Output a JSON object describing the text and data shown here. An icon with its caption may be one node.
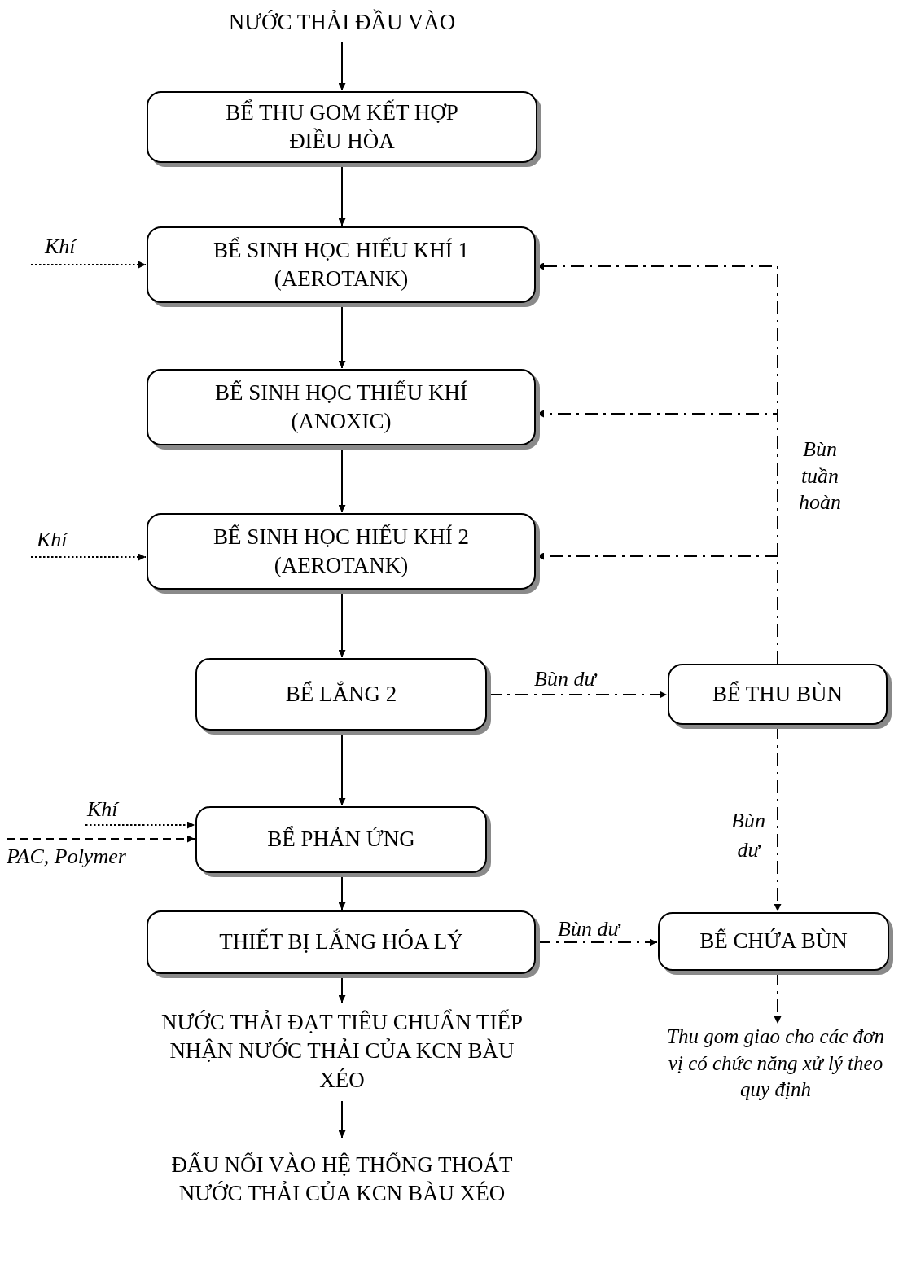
{
  "diagram": {
    "nodes": [
      {
        "text": [
          "NƯỚC THẢI ĐẦU VÀO"
        ]
      },
      {
        "text": [
          "BỂ THU GOM KẾT HỢP ĐIỀU HÒA"
        ]
      },
      {
        "text": [
          "BỂ SINH HỌC HIẾU KHÍ 1 (AEROTANK)"
        ]
      },
      {
        "text": [
          "BỂ SINH HỌC THIẾU KHÍ (ANOXIC)"
        ]
      },
      {
        "text": [
          "BỂ SINH HỌC HIẾU KHÍ 2 (AEROTANK)"
        ]
      },
      {
        "text": [
          "BỂ LẮNG 2"
        ]
      },
      {
        "text": [
          "BỂ THU BÙN"
        ]
      },
      {
        "text": [
          "BỂ PHẢN ỨNG"
        ]
      },
      {
        "text": [
          "THIẾT BỊ LẮNG HÓA LÝ"
        ]
      },
      {
        "text": [
          "BỂ CHỨA BÙN"
        ]
      },
      {
        "text": [
          "NƯỚC THẢI ĐẠT TIÊU CHUẨN TIẾP NHẬN NƯỚC THẢI CỦA KCN BÀU XÉO"
        ]
      },
      {
        "text": [
          "ĐẤU NỐI VÀO HỆ THỐNG THOÁT NƯỚC THẢI CỦA KCN BÀU XÉO"
        ]
      },
      {
        "text": [
          "Thu gom giao cho các đơn vị có chức năng xử lý theo quy định"
        ]
      }
    ],
    "edges": [
      {
        "from": 0,
        "to": 1,
        "arrow": "to"
      },
      {
        "from": 1,
        "to": 2,
        "arrow": "to"
      },
      {
        "from": 2,
        "to": 3,
        "arrow": "to"
      },
      {
        "from": 3,
        "to": 4,
        "arrow": "to"
      },
      {
        "from": 4,
        "to": 5,
        "arrow": "to"
      },
      {
        "from": 5,
        "to": 6,
        "arrow": "to",
        "label": "Bùn dư",
        "style": "dashed"
      },
      {
        "from": 6,
        "to": 2,
        "arrow": "to",
        "style": "dashed"
      },
      {
        "from": 6,
        "to": 3,
        "arrow": "to",
        "style": "dashed"
      },
      {
        "from": 6,
        "to": 4,
        "arrow": "to",
        "style": "dashed"
      },
      {
        "from": 5,
        "to": 7,
        "arrow": "to"
      },
      {
        "from": 7,
        "to": 8,
        "arrow": "to"
      },
      {
        "from": 8,
        "to": 9,
        "arrow": "to",
        "label": "Bùn dư",
        "style": "dashed"
      },
      {
        "from": 6,
        "to": 9,
        "arrow": "to",
        "label": "Bùn dư",
        "style": "dashed"
      },
      {
        "from": 8,
        "to": 10,
        "arrow": "to"
      },
      {
        "from": 9,
        "to": 12,
        "arrow": "to",
        "style": "dashed"
      },
      {
        "from": 10,
        "to": 11,
        "arrow": "to"
      },
      {
        "from": null,
        "to": 2,
        "arrow": "to",
        "label": "Khí",
        "style": "dashed"
      },
      {
        "from": null,
        "to": 4,
        "arrow": "to",
        "label": "Khí",
        "style": "dashed"
      },
      {
        "from": null,
        "to": 7,
        "arrow": "to",
        "label": "Khí",
        "style": "dashed"
      },
      {
        "from": null,
        "to": 7,
        "arrow": "to",
        "label": "PAC, Polymer",
        "style": "dashed"
      }
    ],
    "labels": [
      "Bùn tuần hoàn"
    ]
  }
}
